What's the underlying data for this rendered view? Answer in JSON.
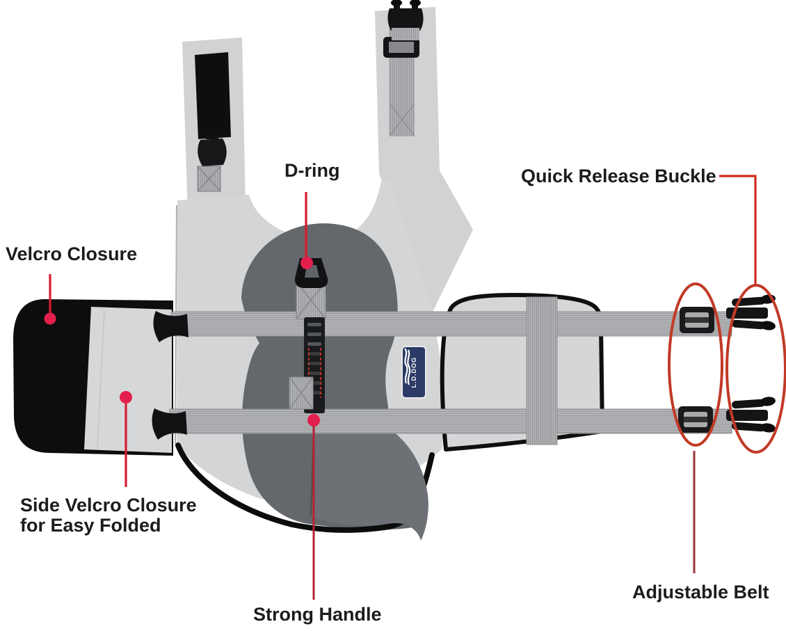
{
  "product": {
    "logo_text": "L.D.DOG"
  },
  "callouts": {
    "velcro_closure": {
      "label": "Velcro Closure"
    },
    "d_ring": {
      "label": "D-ring"
    },
    "quick_release_buckle": {
      "label": "Quick Release Buckle"
    },
    "side_velcro_closure": {
      "label_line1": "Side Velcro Closure",
      "label_line2": "for Easy Folded"
    },
    "strong_handle": {
      "label": "Strong Handle"
    },
    "adjustable_belt": {
      "label": "Adjustable Belt"
    }
  },
  "colors": {
    "background": "#ffffff",
    "label_text": "#1c1c1c",
    "leader_red": "#d81b30",
    "leader_dark_red": "#9c3335",
    "marker_dot": "#e3204d",
    "highlight_ellipse": "#c23a27",
    "vest_light_gray": "#d3d5d7",
    "vest_dark_gray": "#64686c",
    "webbing_gray": "#b2b4b6",
    "hardware_black": "#141414",
    "logo_navy": "#2b3a66"
  }
}
